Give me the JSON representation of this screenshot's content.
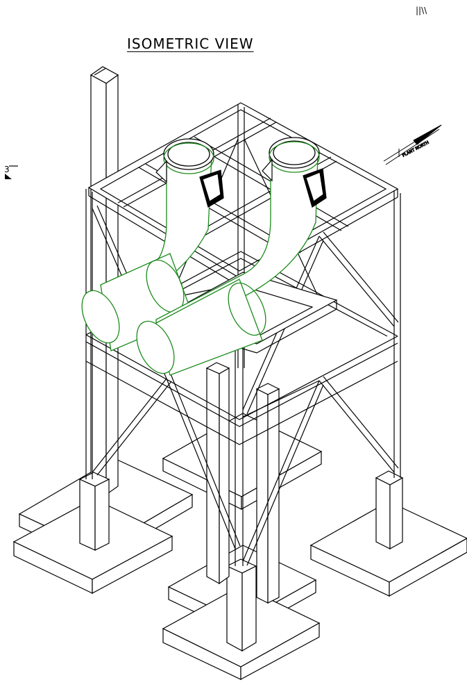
{
  "drawing": {
    "title": "ISOMETRIC VIEW",
    "corner_mark": "||\\\\",
    "section_marker": "3",
    "north_arrow_label": "PLANT NORTH"
  },
  "colors": {
    "line": "#000000",
    "pipe": "#1a8a1a",
    "background": "#ffffff"
  },
  "icons": {
    "north_arrow": "north-arrow-icon",
    "section_cut": "section-marker-icon"
  }
}
